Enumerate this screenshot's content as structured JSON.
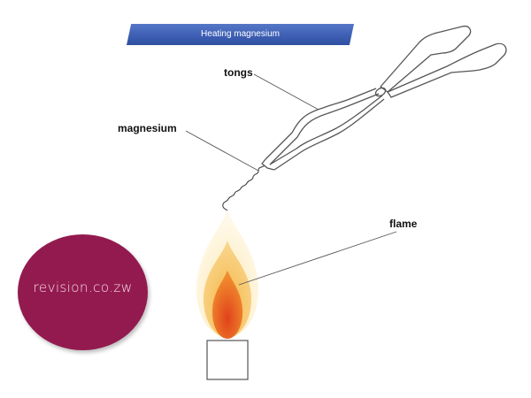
{
  "title": "Heating magnesium",
  "labels": {
    "tongs": "tongs",
    "magnesium": "magnesium",
    "flame": "flame"
  },
  "watermark": {
    "text": "revision.co.zw",
    "color": "#931a4f"
  },
  "colors": {
    "banner": "#3e5fb4",
    "flame_outer": "#f7d98b",
    "flame_middle": "#f2a73a",
    "flame_inner": "#e8531f",
    "leader_lines": "#555555"
  }
}
